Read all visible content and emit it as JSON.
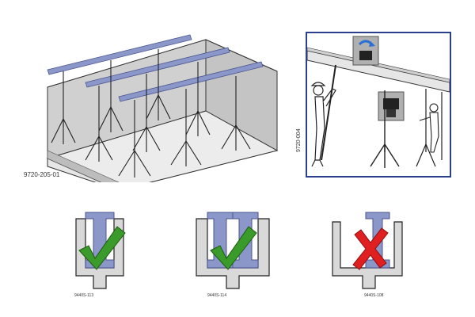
{
  "figures": {
    "room_illustration": {
      "code": "9720-205-01"
    },
    "worker_illustration": {
      "code": "9720-004"
    },
    "details": [
      {
        "status": "correct",
        "code": "9440S-113"
      },
      {
        "status": "correct",
        "code": "9440S-114"
      },
      {
        "status": "incorrect",
        "code": "9440S-108"
      }
    ]
  },
  "colors": {
    "beam": "#8b96c9",
    "beam_dark": "#4a5690",
    "concrete": "#d9d9d9",
    "line": "#222222",
    "check": "#3a9a2a",
    "cross": "#e02020",
    "frame_blue": "#2b3f8f"
  }
}
